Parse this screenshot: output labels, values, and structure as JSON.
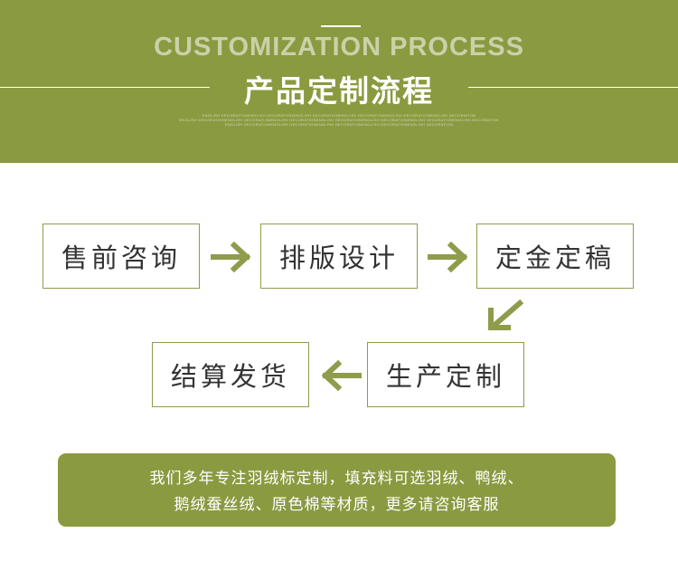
{
  "header": {
    "title_en": "CUSTOMIZATION PROCESS",
    "title_cn": "产品定制流程",
    "fine_print": [
      "ENGLISH DECORATIONENGLISH DECORATIONENGLISH DECORATIONENGLISH DECORATIONENGLISH DECORATIONENGLISH DECORATION",
      "ENGLISH DECORATIONENGLISH DECORATIONENGLISH DECORATIONENGLISH DECORATIONENGLISH DECORATIONENGLISH DECORATIONENGLISH DECORATION",
      "ENGLISH DECORATIONENGLISH DECORATIONENGLISH DECORATIONENGLISH DECORATIONENGLISH DECORATION"
    ]
  },
  "steps": [
    "售前咨询",
    "排版设计",
    "定金定稿",
    "生产定制",
    "结算发货"
  ],
  "note": {
    "line1": "我们多年专注羽绒标定制，填充料可选羽绒、鸭绒、",
    "line2": "鹅绒蚕丝绒、原色棉等材质，更多请咨询客服"
  },
  "colors": {
    "accent": "#8a9a40",
    "arrow": "#8e9c4c",
    "box_border": "#8e9c4c",
    "text": "#333333"
  },
  "icons": [
    "arrow-right-icon",
    "arrow-right-icon",
    "arrow-down-left-icon",
    "arrow-left-icon"
  ]
}
